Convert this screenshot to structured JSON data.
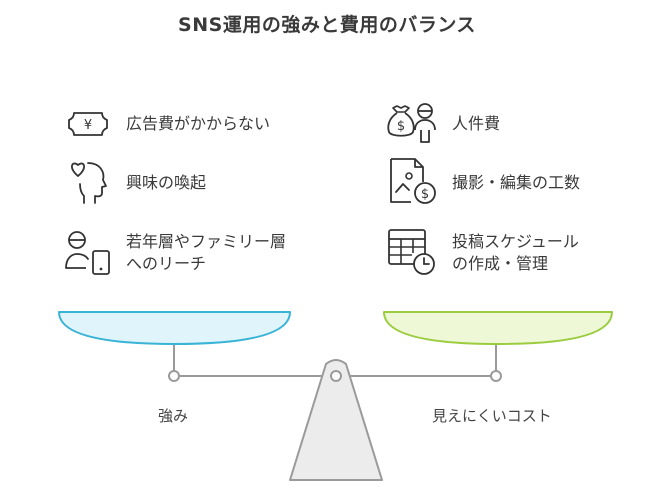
{
  "title": "SNS運用の強みと費用のバランス",
  "left_items": [
    {
      "icon": "yen-ticket-icon",
      "text": "広告費がかからない"
    },
    {
      "icon": "heart-head-icon",
      "text": "興味の喚起"
    },
    {
      "icon": "person-phone-icon",
      "lines": [
        "若年層やファミリー層",
        "へのリーチ"
      ]
    }
  ],
  "right_items": [
    {
      "icon": "money-bag-person-icon",
      "text": "人件費"
    },
    {
      "icon": "image-document-money-icon",
      "text": "撮影・編集の工数"
    },
    {
      "icon": "calendar-clock-icon",
      "lines": [
        "投稿スケジュール",
        "の作成・管理"
      ]
    }
  ],
  "scale": {
    "left_label": "強み",
    "right_label": "見えにくいコスト",
    "colors": {
      "left_pan_fill": "#dff4fb",
      "left_pan_stroke": "#39b3d6",
      "right_pan_fill": "#eef8d6",
      "right_pan_stroke": "#9bcc3f",
      "frame": "#9a9a9a",
      "fulcrum_fill": "#ececec"
    }
  }
}
